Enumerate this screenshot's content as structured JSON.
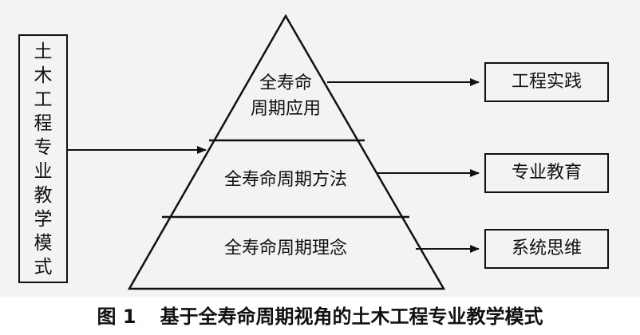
{
  "left_box": {
    "chars": [
      "土",
      "木",
      "工",
      "程",
      "专",
      "业",
      "教",
      "学",
      "模",
      "式"
    ]
  },
  "pyramid": {
    "top_line1": "全寿命",
    "top_line2": "周期应用",
    "middle": "全寿命周期方法",
    "bottom": "全寿命周期理念"
  },
  "outputs": {
    "top": "工程实践",
    "middle": "专业教育",
    "bottom": "系统思维"
  },
  "caption": {
    "figure_number": "图 1",
    "title": "基于全寿命周期视角的土木工程专业教学模式"
  }
}
